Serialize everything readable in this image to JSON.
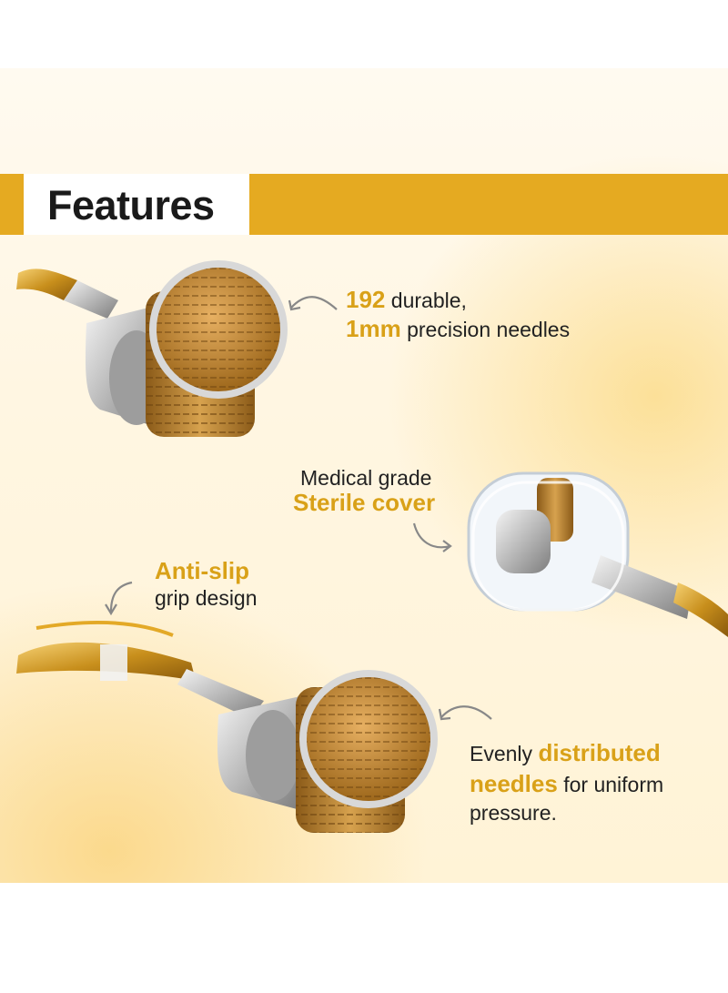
{
  "header": {
    "title": "Features"
  },
  "colors": {
    "accent_gold": "#e5aa21",
    "text_dark": "#222222",
    "highlight_gold": "#d9a118"
  },
  "features": [
    {
      "highlight": "192",
      "text": "durable,",
      "highlight2": "1mm",
      "text2": "precision needles"
    },
    {
      "text": "Medical grade",
      "highlight": "Sterile cover"
    },
    {
      "highlight": "Anti-slip",
      "text": "grip design"
    },
    {
      "text": "Evenly",
      "highlight": "distributed",
      "highlight2": "needles",
      "text2": "for uniform",
      "text3": "pressure."
    }
  ],
  "icons": [
    "derma-roller-image",
    "sterile-cover-image",
    "roller-grip-image",
    "curved-arrow-icon"
  ]
}
